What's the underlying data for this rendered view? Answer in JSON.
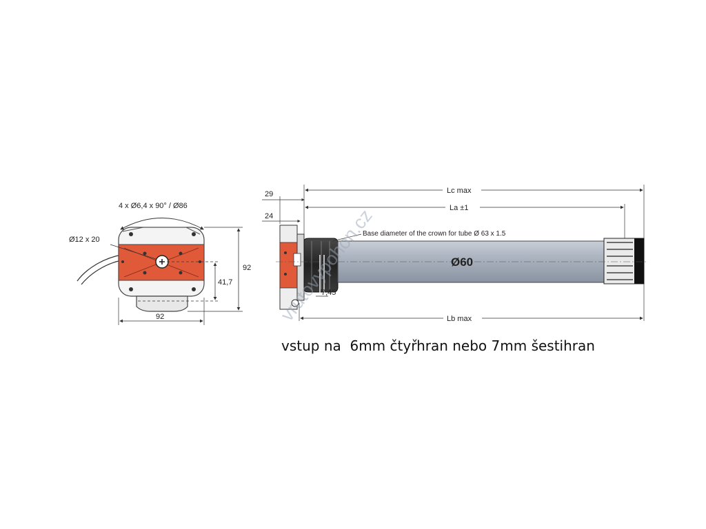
{
  "front_view": {
    "label_holes": "4 x Ø6,4 x 90° / Ø86",
    "label_shaft": "Ø12 x 20",
    "label_height": "92",
    "label_offset": "41,7",
    "label_width": "92"
  },
  "side_view": {
    "label_29": "29",
    "label_24": "24",
    "label_lc": "Lc max",
    "label_la": "La ±1",
    "label_lb": "Lb max",
    "label_crown": "Base diameter of the crown for tube  Ø 63 x 1.5",
    "label_diameter": "Ø60",
    "label_745": "7,45"
  },
  "watermark": "vrutovypohon.cz",
  "caption": "vstup na  6mm čtyřhran nebo 7mm šestihran",
  "colors": {
    "bracket": "#e05a3a",
    "tube": "#a5adb9",
    "line": "#333333"
  }
}
